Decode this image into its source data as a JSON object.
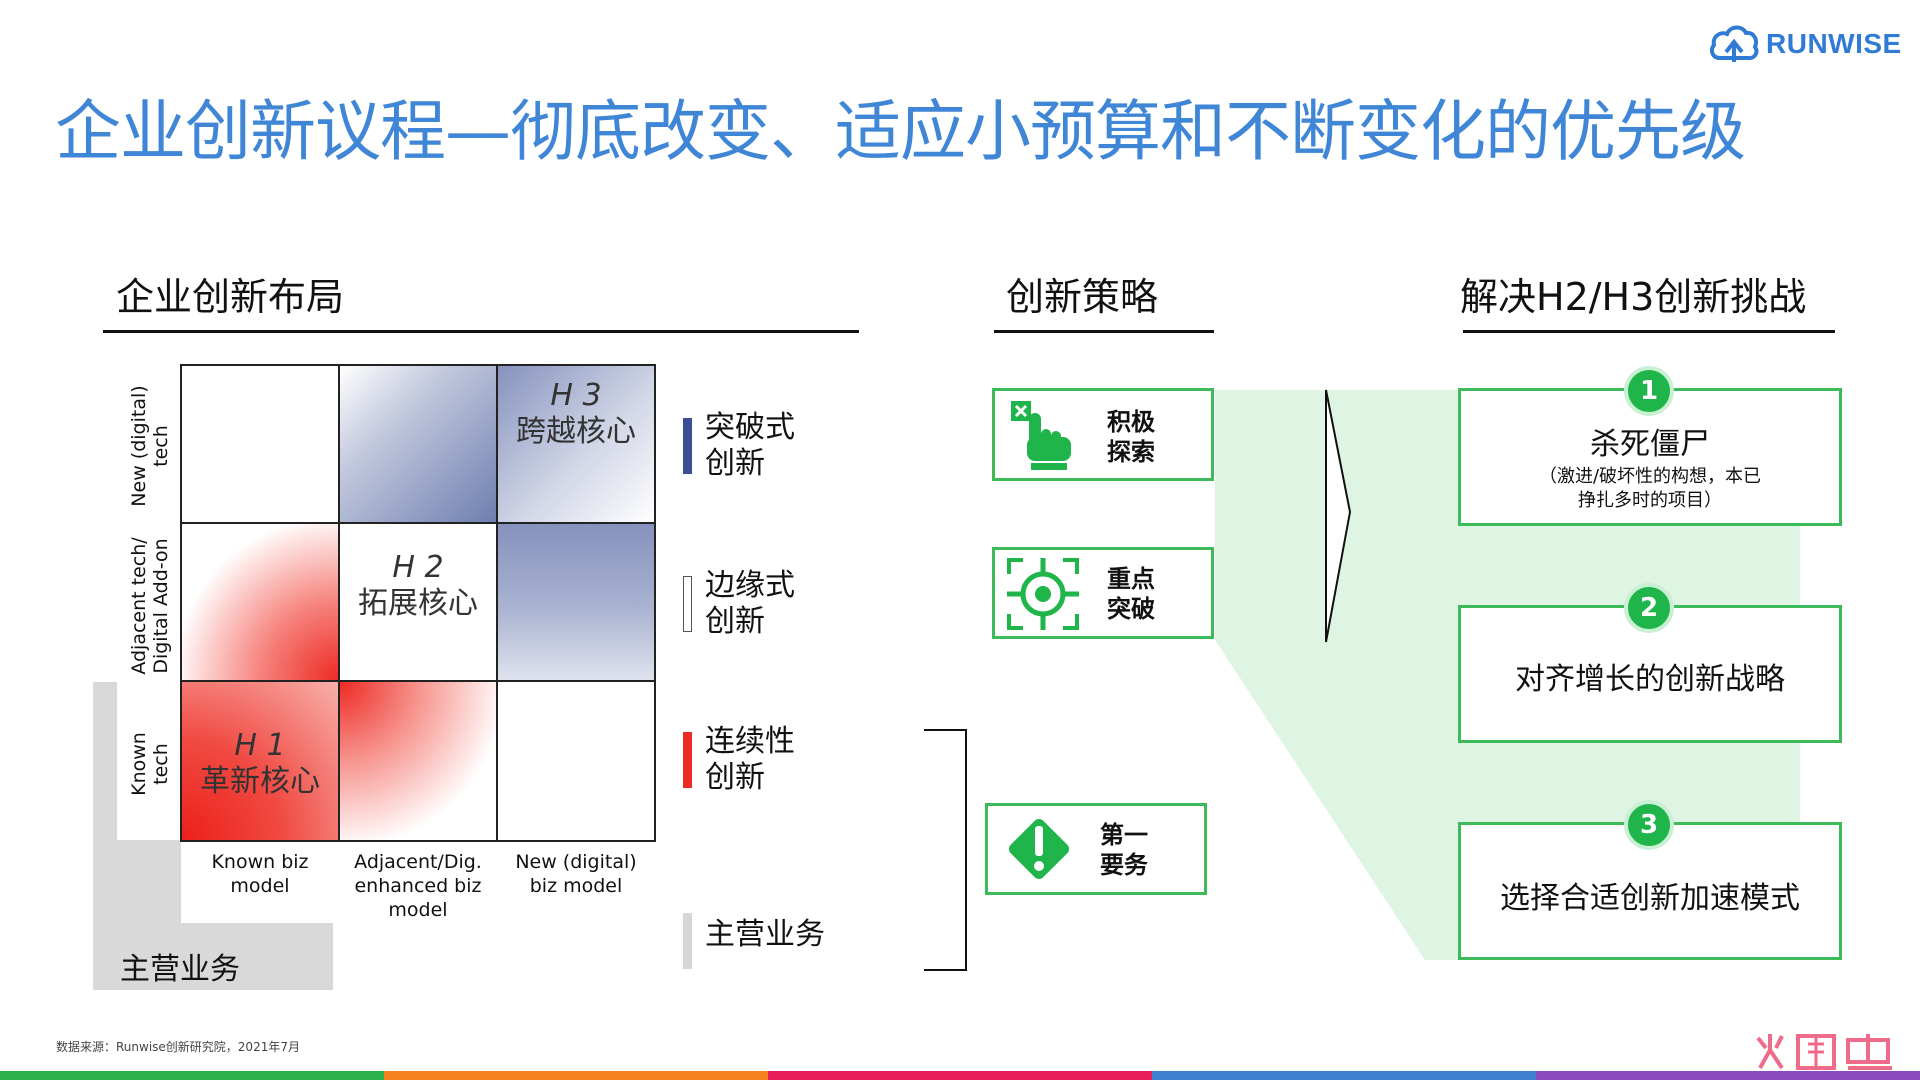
{
  "brand": {
    "name": "RUNWISE"
  },
  "title": "企业创新议程—彻底改变、适应小预算和不断变化的优先级",
  "layout_section": {
    "title": "企业创新布局",
    "y_labels": [
      {
        "line1": "New (digital)",
        "line2": "tech"
      },
      {
        "line1": "Adjacent tech/",
        "line2": "Digital Add-on"
      },
      {
        "line1": "Known",
        "line2": "tech"
      }
    ],
    "x_labels": [
      {
        "line1": "Known biz",
        "line2": "model",
        "line3": ""
      },
      {
        "line1": "Adjacent/Dig.",
        "line2": "enhanced biz",
        "line3": "model"
      },
      {
        "line1": "New (digital)",
        "line2": "biz model",
        "line3": ""
      }
    ],
    "h1": {
      "tag": "H 1",
      "name": "革新核心"
    },
    "h2": {
      "tag": "H 2",
      "name": "拓展核心"
    },
    "h3": {
      "tag": "H 3",
      "name": "跨越核心"
    },
    "core_business": "主营业务"
  },
  "legend": [
    {
      "line1": "突破式",
      "line2": "创新",
      "color": "#3b4f94"
    },
    {
      "line1": "边缘式",
      "line2": "创新",
      "color": "#ffffff"
    },
    {
      "line1": "连续性",
      "line2": "创新",
      "color": "#ee2a24"
    },
    {
      "line1": "主营业务",
      "line2": "",
      "color": "#d6d6d6"
    }
  ],
  "strategy": {
    "title": "创新策略",
    "items": [
      {
        "line1": "积极",
        "line2": "探索",
        "icon": "hand-pointer-icon"
      },
      {
        "line1": "重点",
        "line2": "突破",
        "icon": "target-icon"
      },
      {
        "line1": "第一",
        "line2": "要务",
        "icon": "priority-diamond-icon"
      }
    ]
  },
  "challenges": {
    "title": "解决H2/H3创新挑战",
    "items": [
      {
        "num": "1",
        "title": "杀死僵尸",
        "desc1": "（激进/破坏性的构想，本已",
        "desc2": "挣扎多时的项目）"
      },
      {
        "num": "2",
        "title": "对齐增长的创新战略",
        "desc1": "",
        "desc2": ""
      },
      {
        "num": "3",
        "title": "选择合适创新加速模式",
        "desc1": "",
        "desc2": ""
      }
    ]
  },
  "footer": {
    "source": "数据来源：Runwise创新研究院，2021年7月"
  },
  "colors": {
    "accent": "#3f86d6",
    "green": "#3dbb5a",
    "red": "#ee2a24",
    "navy": "#3b4f94"
  }
}
